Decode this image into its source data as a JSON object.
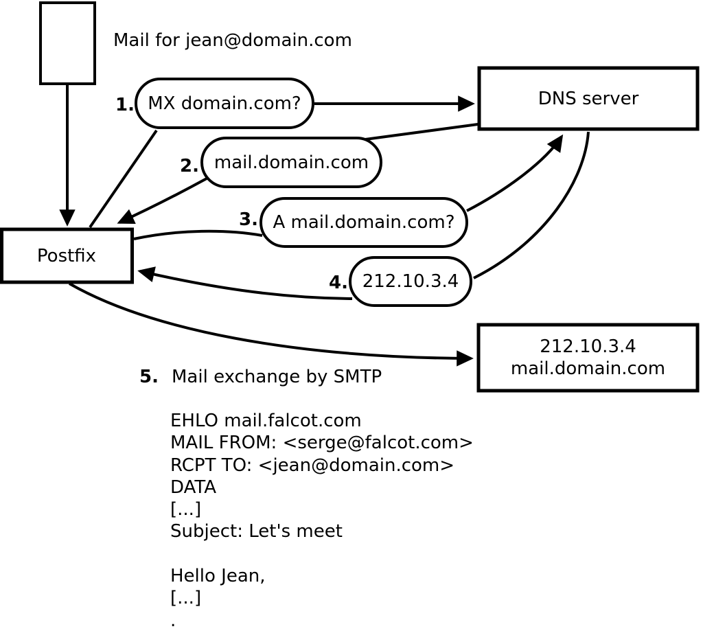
{
  "note": "Mail for jean@domain.com",
  "colors": {
    "stroke": "#000000",
    "background": "#ffffff"
  },
  "nodes": {
    "postfix": {
      "label": "Postfix"
    },
    "dns_server": {
      "label": "DNS server"
    },
    "mail_server": {
      "line1": "212.10.3.4",
      "line2": "mail.domain.com"
    }
  },
  "steps": [
    {
      "num": "1.",
      "label": "MX domain.com?"
    },
    {
      "num": "2.",
      "label": "mail.domain.com"
    },
    {
      "num": "3.",
      "label": "A mail.domain.com?"
    },
    {
      "num": "4.",
      "label": "212.10.3.4"
    },
    {
      "num": "5.",
      "label": "Mail exchange by SMTP"
    }
  ],
  "smtp_session": [
    "EHLO mail.falcot.com",
    "MAIL FROM: <serge@falcot.com>",
    "RCPT TO: <jean@domain.com>",
    "DATA",
    "[...]",
    "Subject: Let's meet",
    "",
    "Hello Jean,",
    "[...]",
    "."
  ]
}
